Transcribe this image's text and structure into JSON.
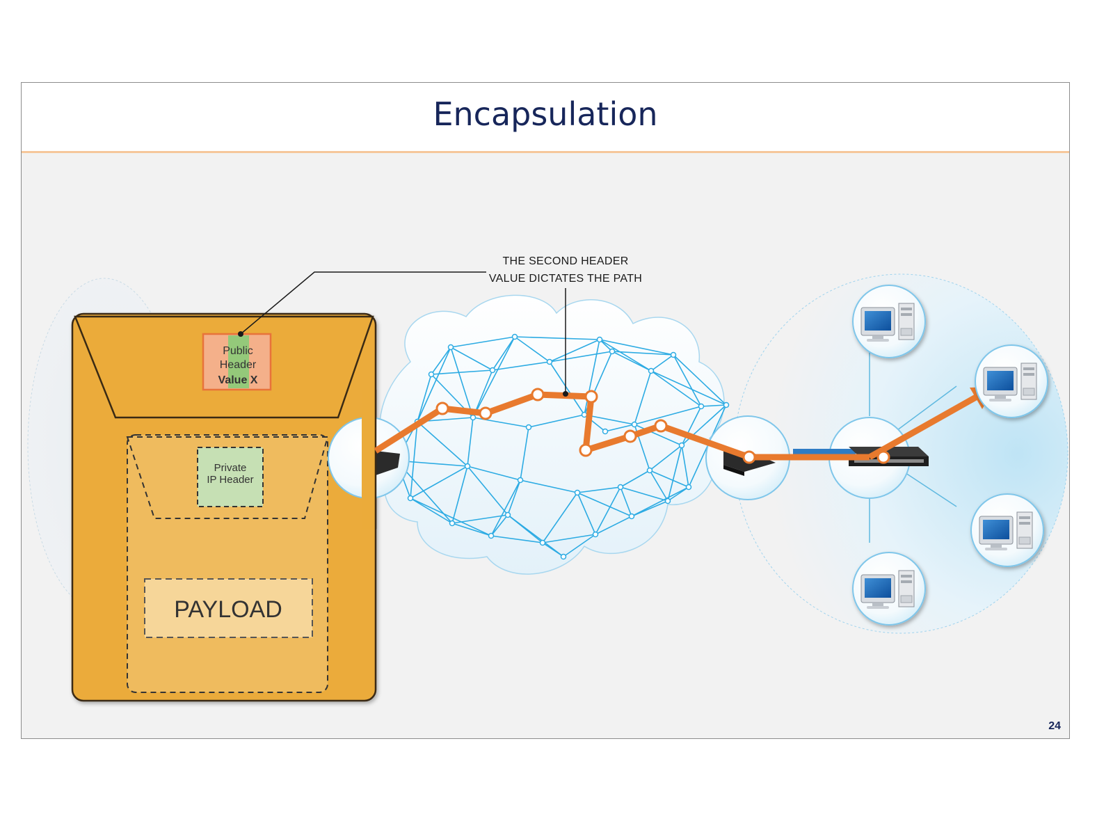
{
  "slide": {
    "title": "Encapsulation",
    "page_number": "24"
  },
  "annotation": {
    "line1": "THE SECOND HEADER",
    "line2": "VALUE DICTATES THE PATH"
  },
  "envelope": {
    "public_header": {
      "line1": "Public",
      "line2": "Header",
      "line3": "Value X"
    },
    "private_header": {
      "line1": "Private",
      "line2": "IP Header"
    },
    "payload": "PAYLOAD"
  },
  "colors": {
    "title": "#17265a",
    "envelope": "#ebab3a",
    "path": "#e87a2e",
    "mesh": "#2cabe3",
    "public_header": "#f4b08a",
    "private_header": "#c6e0b4"
  },
  "icons": [
    "router-icon",
    "switch-icon",
    "computer-icon",
    "cloud-icon",
    "envelope-icon"
  ]
}
